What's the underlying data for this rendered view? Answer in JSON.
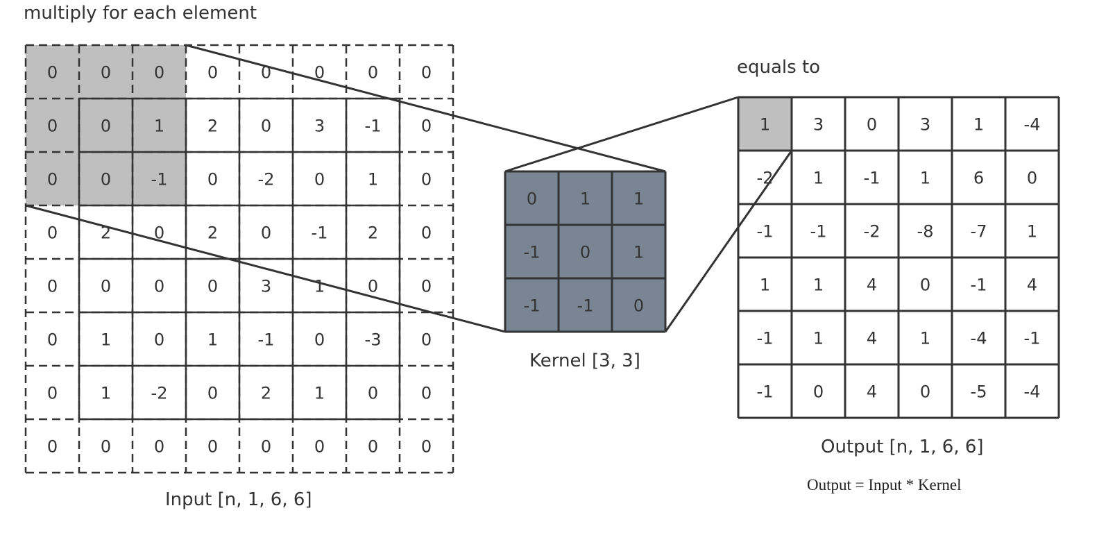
{
  "captions": {
    "top": "multiply for each element",
    "equals": "equals to",
    "input": "Input [n, 1, 6, 6]",
    "kernel": "Kernel [3, 3]",
    "output": "Output [n, 1, 6, 6]",
    "formula": "Output = Input * Kernel"
  },
  "input": {
    "rows": [
      [
        "0",
        "0",
        "0",
        "0",
        "0",
        "0",
        "0",
        "0"
      ],
      [
        "0",
        "0",
        "1",
        "2",
        "0",
        "3",
        "-1",
        "0"
      ],
      [
        "0",
        "0",
        "-1",
        "0",
        "-2",
        "0",
        "1",
        "0"
      ],
      [
        "0",
        "2",
        "0",
        "2",
        "0",
        "-1",
        "2",
        "0"
      ],
      [
        "0",
        "0",
        "0",
        "0",
        "3",
        "1",
        "0",
        "0"
      ],
      [
        "0",
        "1",
        "0",
        "1",
        "-1",
        "0",
        "-3",
        "0"
      ],
      [
        "0",
        "1",
        "-2",
        "0",
        "2",
        "1",
        "0",
        "0"
      ],
      [
        "0",
        "0",
        "0",
        "0",
        "0",
        "0",
        "0",
        "0"
      ]
    ],
    "highlight_rows": 3,
    "highlight_cols": 3
  },
  "kernel": {
    "rows": [
      [
        "0",
        "1",
        "1"
      ],
      [
        "-1",
        "0",
        "1"
      ],
      [
        "-1",
        "-1",
        "0"
      ]
    ]
  },
  "output": {
    "rows": [
      [
        "1",
        "3",
        "0",
        "3",
        "1",
        "-4"
      ],
      [
        "-2",
        "1",
        "-1",
        "1",
        "6",
        "0"
      ],
      [
        "-1",
        "-1",
        "-2",
        "-8",
        "-7",
        "1"
      ],
      [
        "1",
        "1",
        "4",
        "0",
        "-1",
        "4"
      ],
      [
        "-1",
        "1",
        "4",
        "1",
        "-4",
        "-1"
      ],
      [
        "-1",
        "0",
        "4",
        "0",
        "-5",
        "-4"
      ]
    ],
    "highlight_row": 0,
    "highlight_col": 0
  },
  "colors": {
    "highlight": "#bfbfbf",
    "kernel_fill": "#7a8594",
    "grid_line": "#333333",
    "text": "#333333"
  }
}
